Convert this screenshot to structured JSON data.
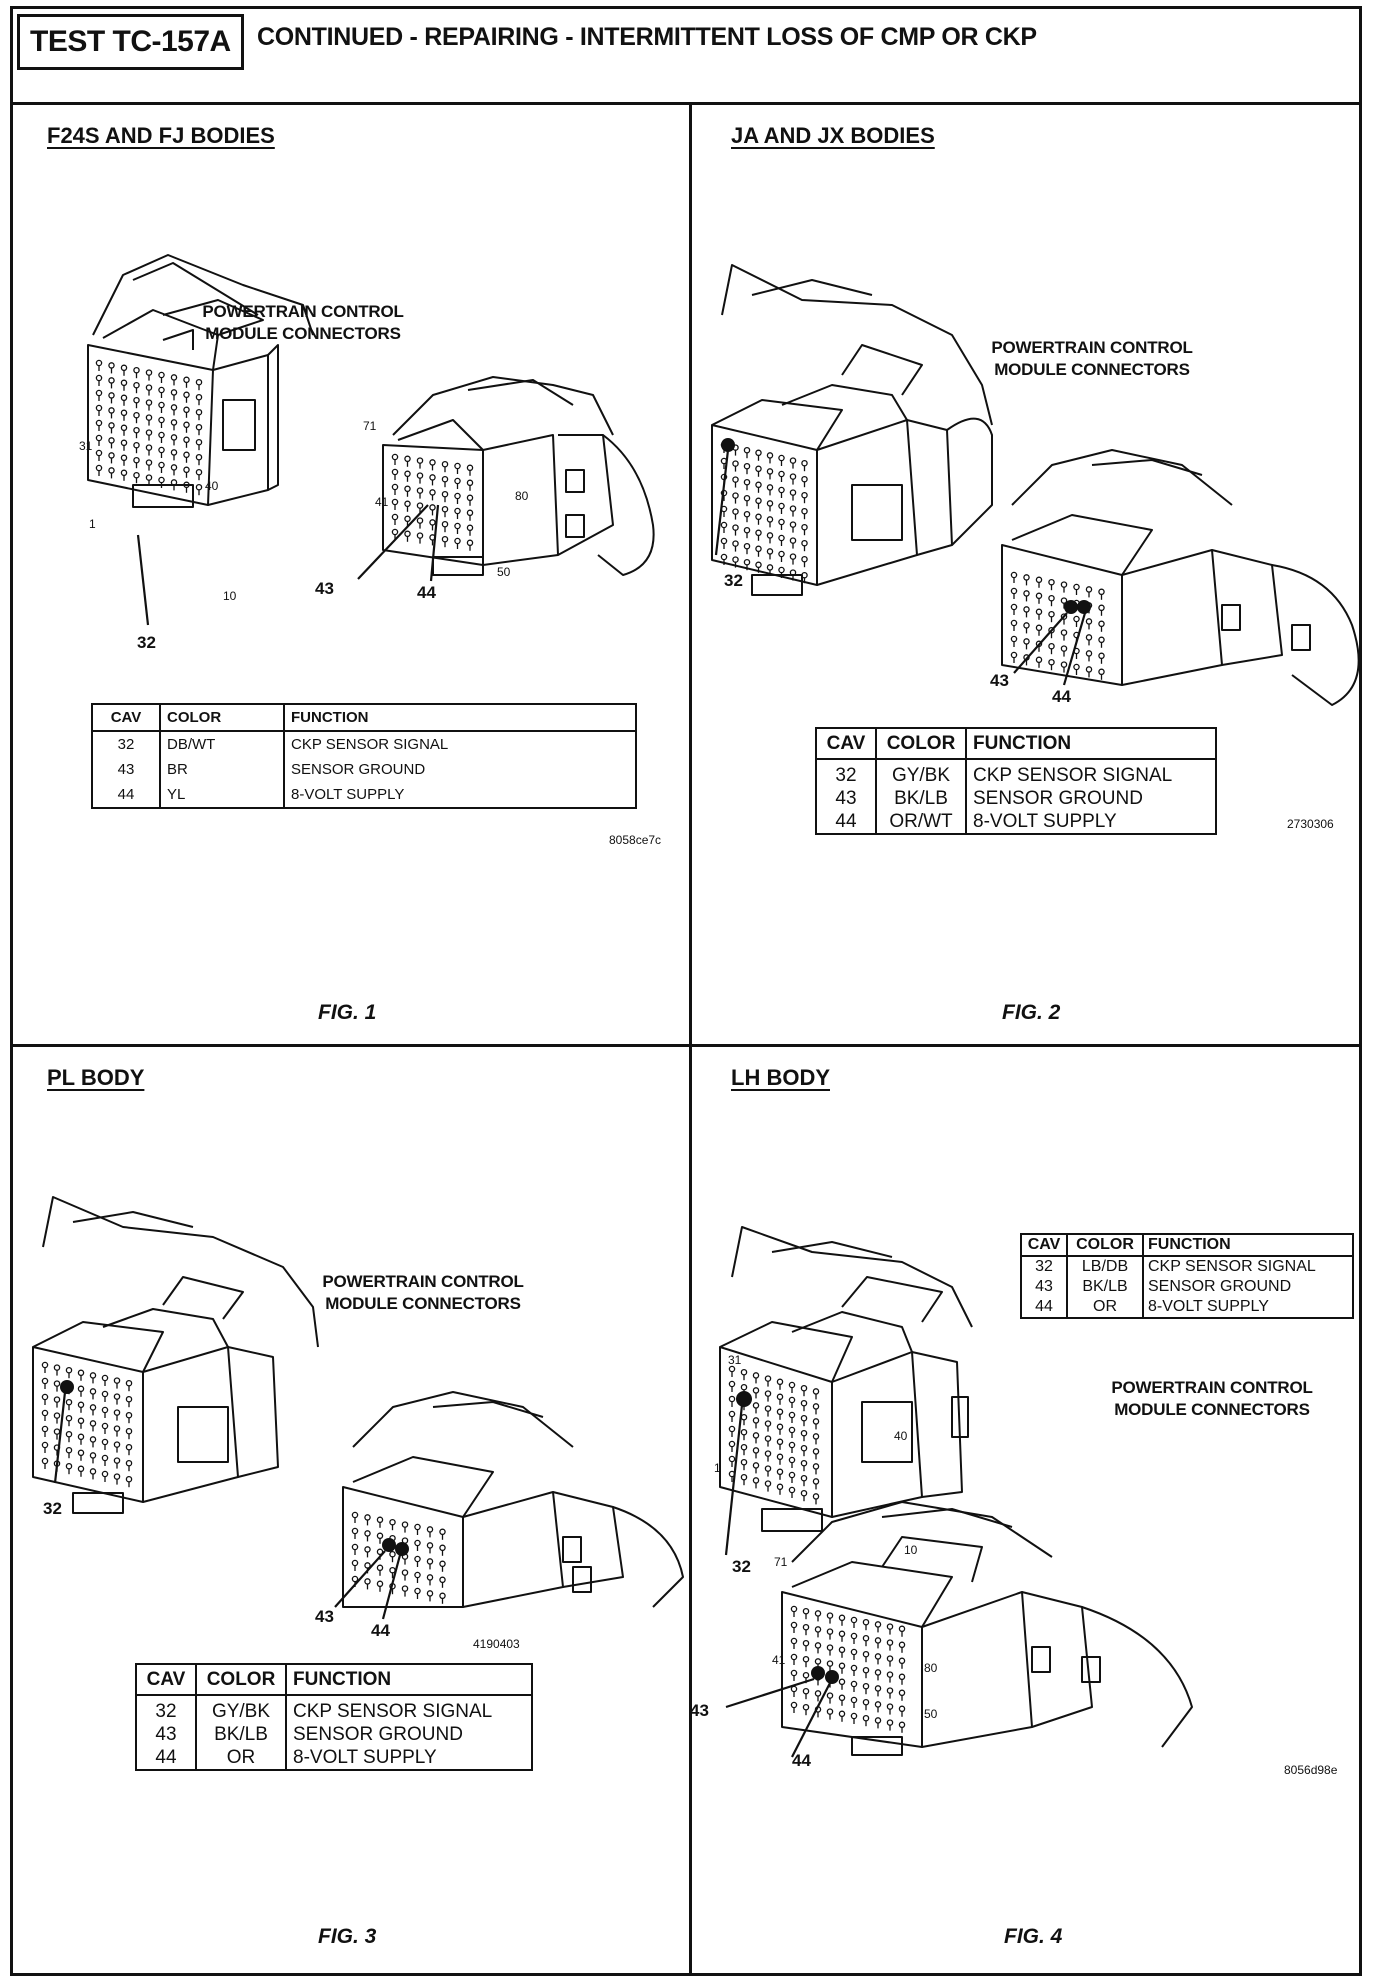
{
  "header": {
    "test_id": "TEST TC-157A",
    "title": "CONTINUED - REPAIRING - INTERMITTENT LOSS OF CMP OR CKP"
  },
  "figures": [
    {
      "panel_title": "F24S AND FJ BODIES",
      "connector_label_line1": "POWERTRAIN CONTROL",
      "connector_label_line2": "MODULE CONNECTORS",
      "pin_labels": [
        "31",
        "40",
        "1",
        "10",
        "71",
        "41",
        "80",
        "50"
      ],
      "callouts": [
        "32",
        "43",
        "44"
      ],
      "table": {
        "headers": [
          "CAV",
          "COLOR",
          "FUNCTION"
        ],
        "rows": [
          {
            "cav": "32",
            "color": "DB/WT",
            "function": "CKP SENSOR SIGNAL"
          },
          {
            "cav": "43",
            "color": "BR",
            "function": "SENSOR GROUND"
          },
          {
            "cav": "44",
            "color": "YL",
            "function": "8-VOLT SUPPLY"
          }
        ]
      },
      "code": "8058ce7c",
      "fig_label": "FIG. 1"
    },
    {
      "panel_title": "JA AND JX BODIES",
      "connector_label_line1": "POWERTRAIN CONTROL",
      "connector_label_line2": "MODULE CONNECTORS",
      "callouts": [
        "32",
        "43",
        "44"
      ],
      "table": {
        "headers": [
          "CAV",
          "COLOR",
          "FUNCTION"
        ],
        "rows": [
          {
            "cav": "32",
            "color": "GY/BK",
            "function": "CKP SENSOR SIGNAL"
          },
          {
            "cav": "43",
            "color": "BK/LB",
            "function": "SENSOR GROUND"
          },
          {
            "cav": "44",
            "color": "OR/WT",
            "function": "8-VOLT SUPPLY"
          }
        ]
      },
      "code": "2730306",
      "fig_label": "FIG. 2"
    },
    {
      "panel_title": "PL BODY",
      "connector_label_line1": "POWERTRAIN CONTROL",
      "connector_label_line2": "MODULE CONNECTORS",
      "callouts": [
        "32",
        "43",
        "44"
      ],
      "table": {
        "headers": [
          "CAV",
          "COLOR",
          "FUNCTION"
        ],
        "rows": [
          {
            "cav": "32",
            "color": "GY/BK",
            "function": "CKP SENSOR SIGNAL"
          },
          {
            "cav": "43",
            "color": "BK/LB",
            "function": "SENSOR GROUND"
          },
          {
            "cav": "44",
            "color": "OR",
            "function": "8-VOLT SUPPLY"
          }
        ]
      },
      "code": "4190403",
      "fig_label": "FIG. 3"
    },
    {
      "panel_title": "LH BODY",
      "connector_label_line1": "POWERTRAIN CONTROL",
      "connector_label_line2": "MODULE CONNECTORS",
      "pin_labels": [
        "31",
        "40",
        "1",
        "10",
        "71",
        "41",
        "80",
        "50"
      ],
      "callouts": [
        "32",
        "43",
        "44"
      ],
      "table": {
        "headers": [
          "CAV",
          "COLOR",
          "FUNCTION"
        ],
        "rows": [
          {
            "cav": "32",
            "color": "LB/DB",
            "function": "CKP SENSOR SIGNAL"
          },
          {
            "cav": "43",
            "color": "BK/LB",
            "function": "SENSOR GROUND"
          },
          {
            "cav": "44",
            "color": "OR",
            "function": "8-VOLT SUPPLY"
          }
        ]
      },
      "code": "8056d98e",
      "fig_label": "FIG. 4"
    }
  ]
}
